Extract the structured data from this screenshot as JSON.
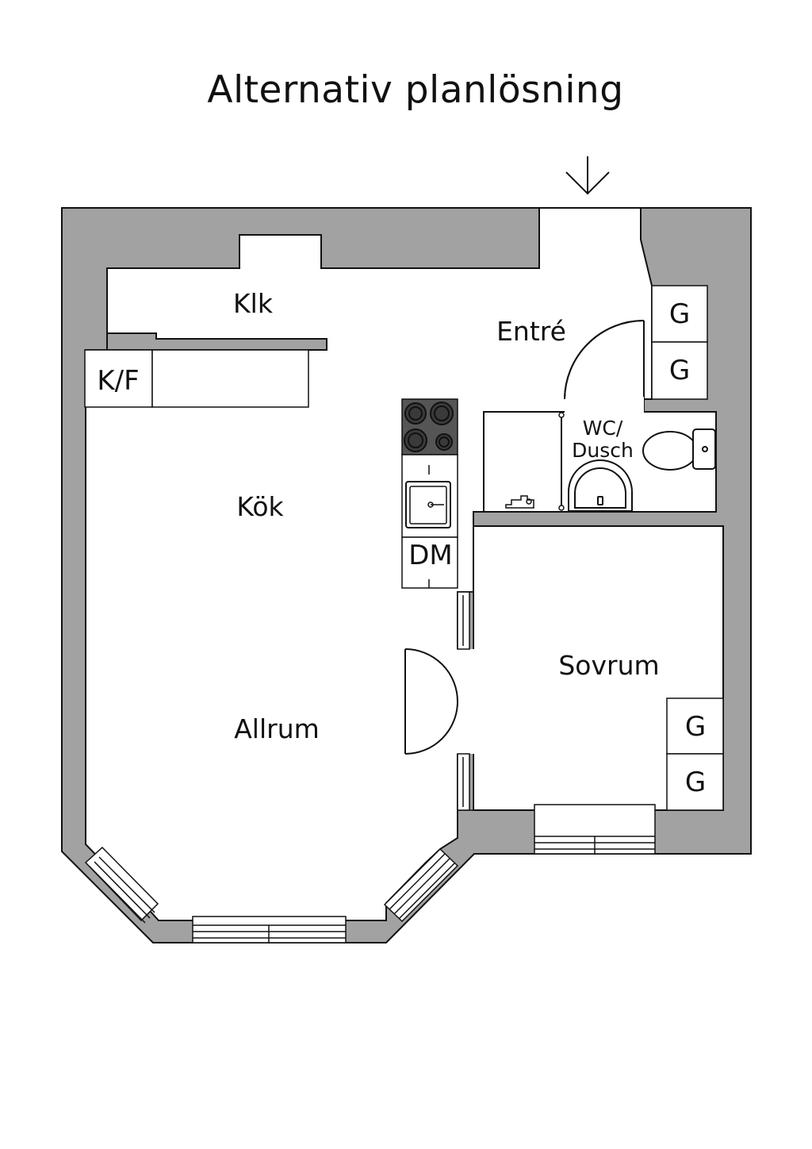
{
  "title": "Alternativ planlösning",
  "rooms": {
    "klk": "Klk",
    "entre": "Entré",
    "kok": "Kök",
    "allrum": "Allrum",
    "sovrum": "Sovrum",
    "wc_line1": "WC/",
    "wc_line2": "Dusch"
  },
  "fixtures": {
    "kf": "K/F",
    "dm": "DM",
    "wardrobe": "G"
  },
  "colors": {
    "wall": "#a2a2a2",
    "line": "#111111",
    "floor": "#ffffff",
    "stove": "#555555"
  }
}
